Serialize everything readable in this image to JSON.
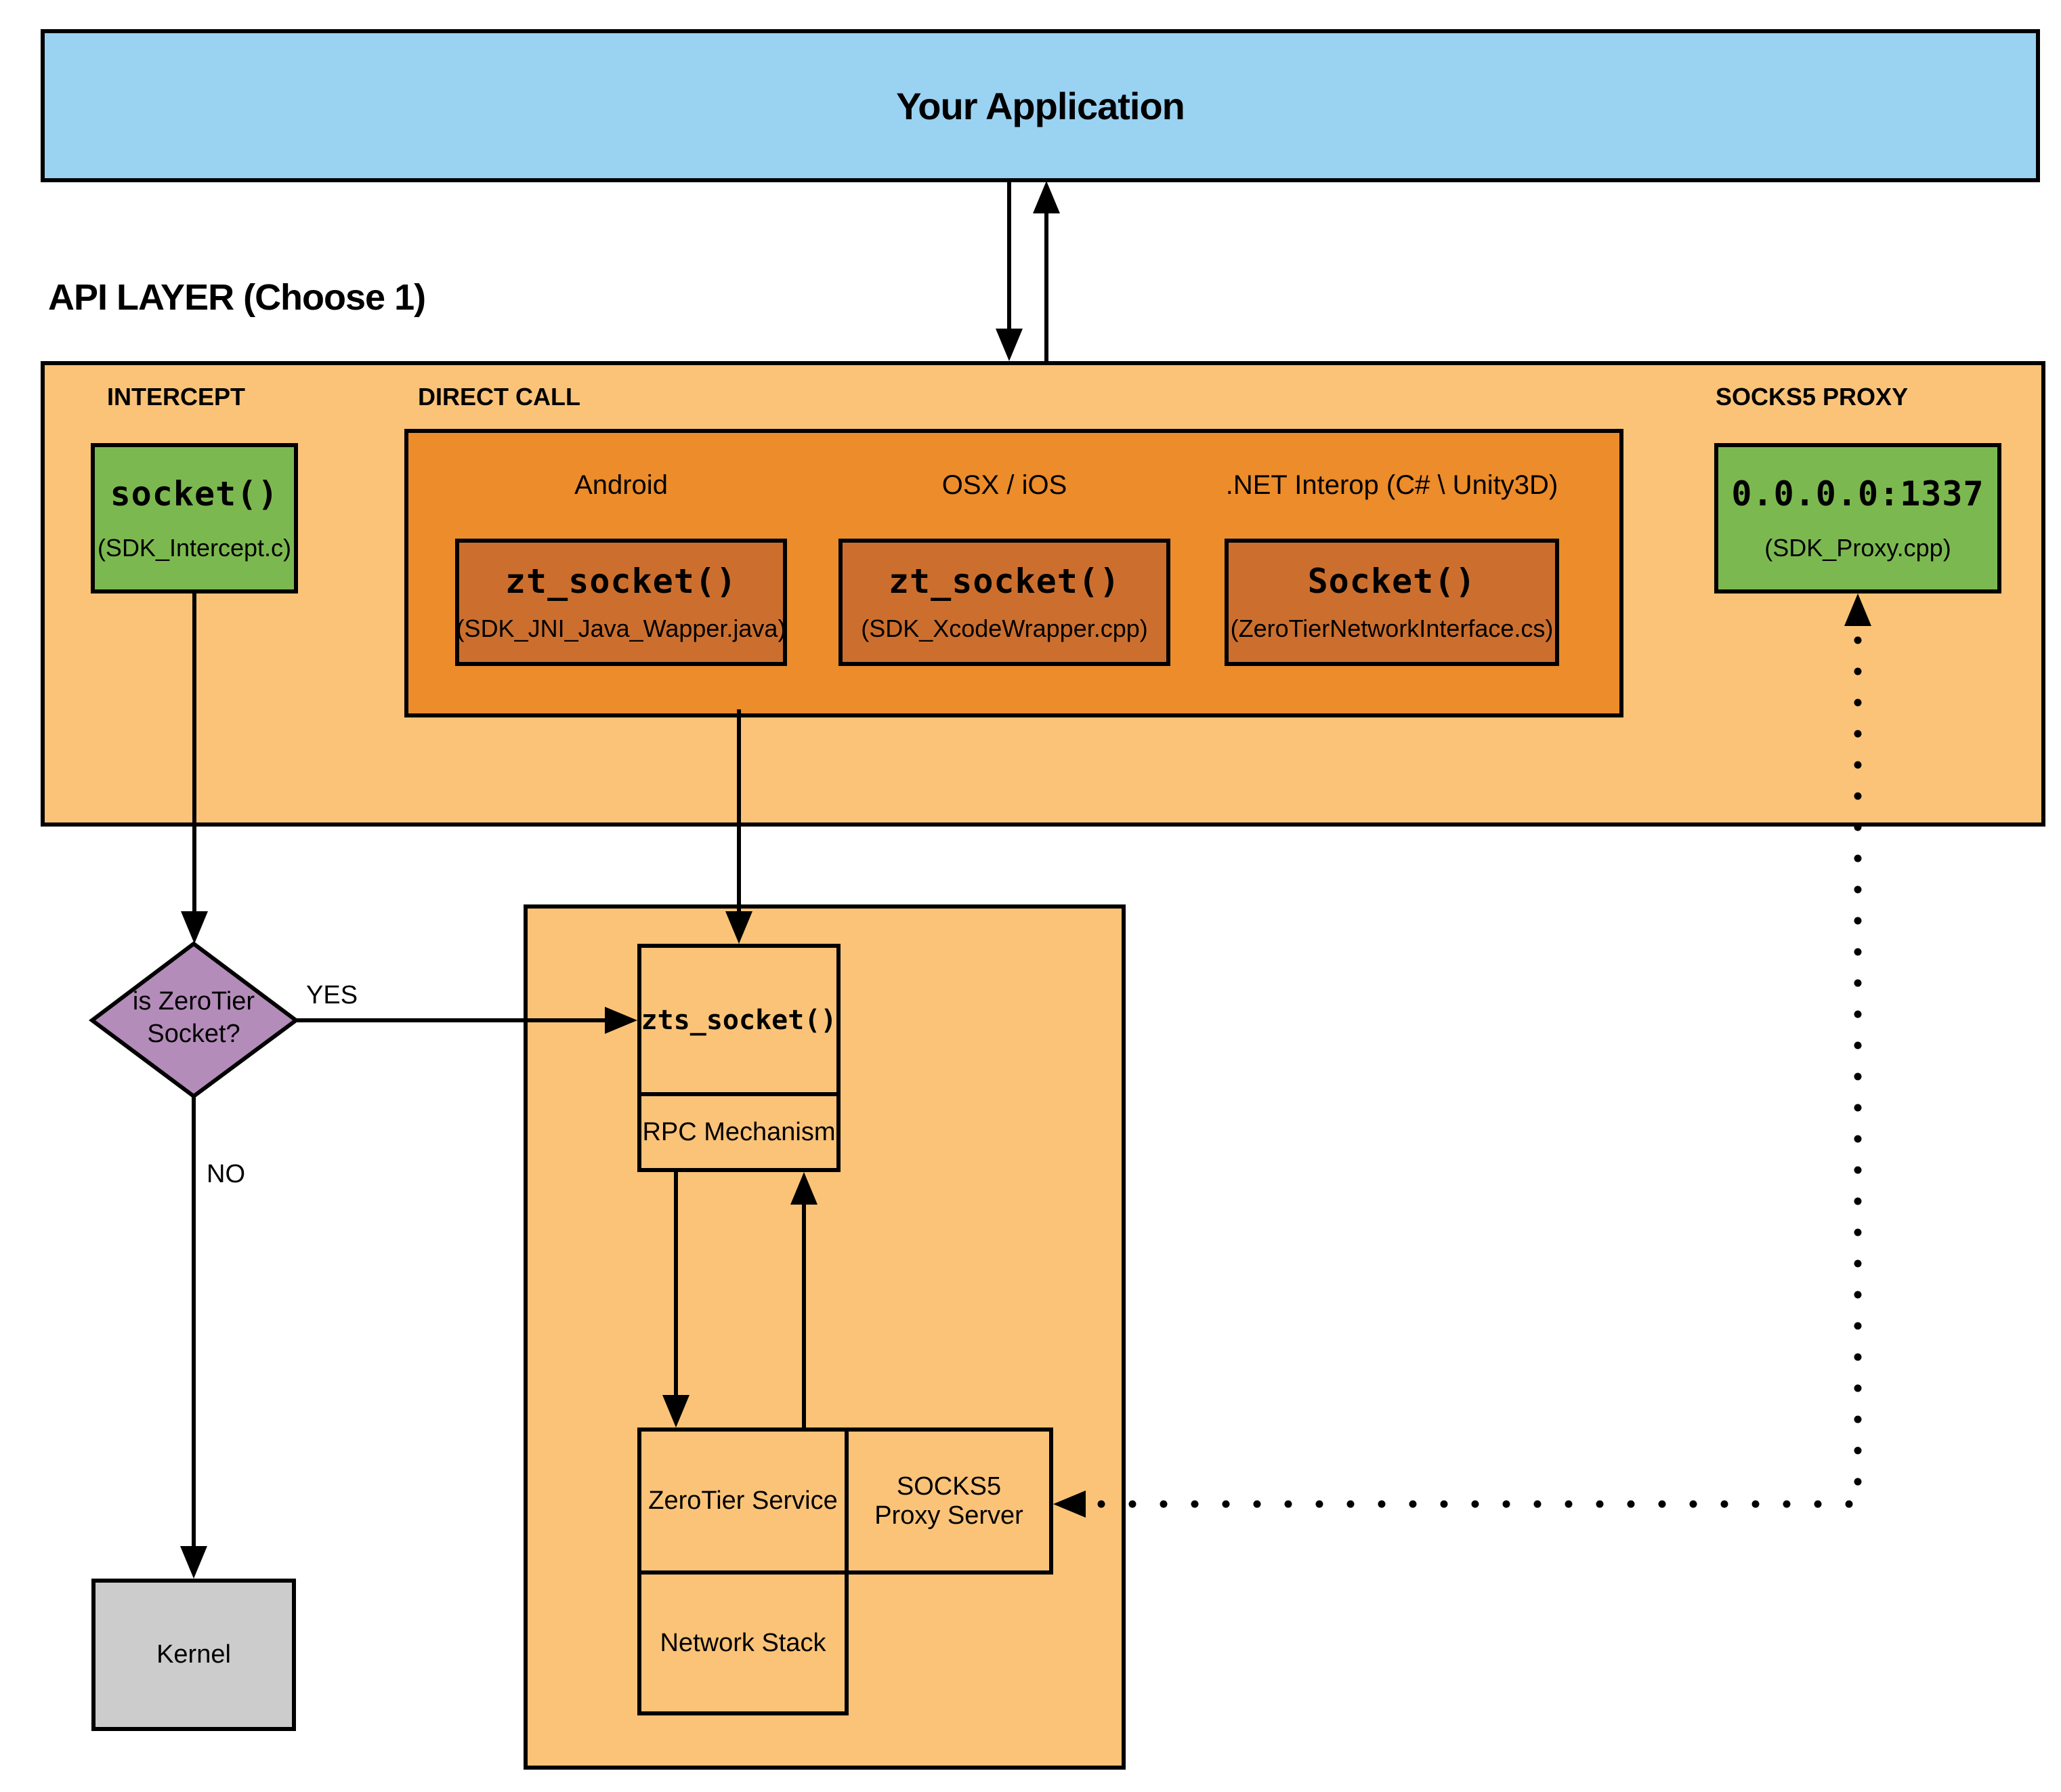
{
  "app": {
    "title": "Your Application"
  },
  "api_layer": {
    "heading": "API LAYER (Choose 1)",
    "intercept": {
      "label": "INTERCEPT",
      "box": {
        "title": "socket()",
        "subtitle": "(SDK_Intercept.c)"
      }
    },
    "direct_call": {
      "label": "DIRECT CALL",
      "platforms": [
        {
          "name": "Android",
          "box": {
            "title": "zt_socket()",
            "subtitle": "(SDK_JNI_Java_Wapper.java)"
          }
        },
        {
          "name": "OSX / iOS",
          "box": {
            "title": "zt_socket()",
            "subtitle": "(SDK_XcodeWrapper.cpp)"
          }
        },
        {
          "name": ".NET Interop (C# \\ Unity3D)",
          "box": {
            "title": "Socket()",
            "subtitle": "(ZeroTierNetworkInterface.cs)"
          }
        }
      ]
    },
    "socks5_proxy": {
      "label": "SOCKS5 PROXY",
      "box": {
        "title": "0.0.0.0:1337",
        "subtitle": "(SDK_Proxy.cpp)"
      }
    }
  },
  "decision": {
    "question": "is ZeroTier Socket?",
    "yes_label": "YES",
    "no_label": "NO"
  },
  "service_panel": {
    "zts": "zts_socket()",
    "rpc": "RPC Mechanism",
    "zerotier_service": "ZeroTier Service",
    "socks5_server": "SOCKS5 Proxy Server",
    "network_stack": "Network Stack"
  },
  "kernel": {
    "label": "Kernel"
  },
  "colors": {
    "blue": "#9AD2F2",
    "light-orange": "#FBC378",
    "orange": "#EC8C2A",
    "dark-orange": "#CC6F2E",
    "green": "#7CB850",
    "purple": "#B48CBA",
    "gray": "#CCCCCC",
    "line": "#000000"
  }
}
